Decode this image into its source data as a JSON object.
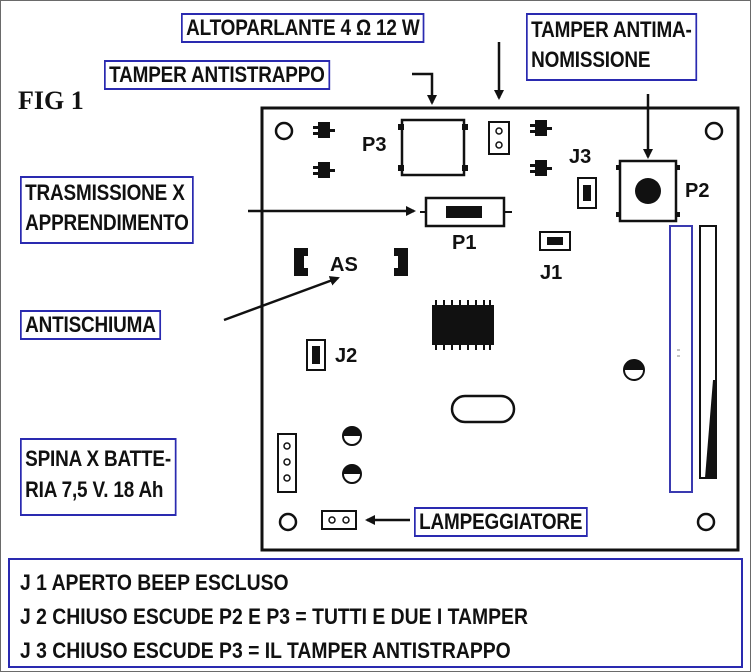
{
  "figure_label": "FIG 1",
  "callouts": {
    "speaker": "ALTOPARLANTE 4 Ω 12 W",
    "tamper_antimanomissione_1": "TAMPER ANTIMA-",
    "tamper_antimanomissione_2": "NOMISSIONE",
    "tamper_antistrappo": "TAMPER ANTISTRAPPO",
    "trasmissione_1": "TRASMISSIONE X",
    "trasmissione_2": "APPRENDIMENTO",
    "antischiuma": "ANTISCHIUMA",
    "battery_1": "SPINA X BATTE-",
    "battery_2": "RIA 7,5 V. 18 Ah",
    "lampeggiatore": "LAMPEGGIATORE"
  },
  "board_labels": {
    "p1": "P1",
    "p2": "P2",
    "p3": "P3",
    "j1": "J1",
    "j2": "J2",
    "j3": "J3",
    "as": "AS"
  },
  "notes": [
    "J 1  APERTO BEEP ESCLUSO",
    "J 2  CHIUSO ESCUDE P2 E P3 = TUTTI E DUE I TAMPER",
    "J 3  CHIUSO ESCUDE P3 = IL TAMPER ANTISTRAPPO"
  ]
}
